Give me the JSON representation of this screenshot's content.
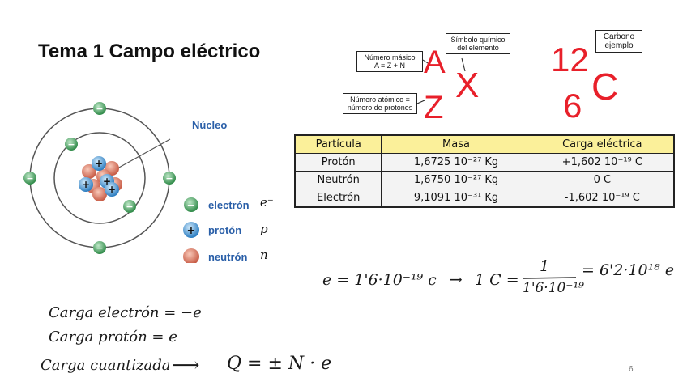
{
  "slide": {
    "title": "Tema 1 Campo eléctrico",
    "page_number": "6"
  },
  "atom": {
    "nucleus_label": "Núcleo",
    "legend": [
      {
        "label": "electrón",
        "symbol": "e⁻"
      },
      {
        "label": "protón",
        "symbol": "p⁺"
      },
      {
        "label": "neutrón",
        "symbol": "n"
      }
    ],
    "colors": {
      "electron": "#3a9a55",
      "proton": "#2f86c8",
      "neutron": "#d9705a",
      "label": "#2a5fa8"
    }
  },
  "notation": {
    "mass_number_box": [
      "Número másico",
      "A = Z + N"
    ],
    "symbol_box": [
      "Símbolo químico",
      "del elemento"
    ],
    "atomic_number_box": [
      "Número atómico =",
      "número de protones"
    ],
    "A": "A",
    "Z": "Z",
    "X": "X",
    "example_box": [
      "Carbono",
      "ejemplo"
    ],
    "example_mass": "12",
    "example_atomic": "6",
    "example_symbol": "C",
    "letter_color": "#e8202a"
  },
  "table": {
    "headers": [
      "Partícula",
      "Masa",
      "Carga eléctrica"
    ],
    "rows": [
      [
        "Protón",
        "1,6725 10⁻²⁷ Kg",
        "+1,602 10⁻¹⁹ C"
      ],
      [
        "Neutrón",
        "1,6750 10⁻²⁷ Kg",
        "0 C"
      ],
      [
        "Electrón",
        "9,1091 10⁻³¹ Kg",
        "-1,602 10⁻¹⁹ C"
      ]
    ],
    "header_color": "#fbf09a"
  },
  "handwriting": {
    "equation_e": "e = 1'6·10⁻¹⁹ c",
    "arrow": "→",
    "equation_1c_left": "1 C =",
    "fraction_num": "1",
    "fraction_den": "1'6·10⁻¹⁹",
    "equation_1c_right": "= 6'2·10¹⁸ e",
    "line1": "Carga electrón = −e",
    "line2": "Carga protón = e",
    "line3_left": "Carga cuantizada",
    "line3_arrow": "⟶",
    "line3_right": "Q = ± N · e"
  }
}
